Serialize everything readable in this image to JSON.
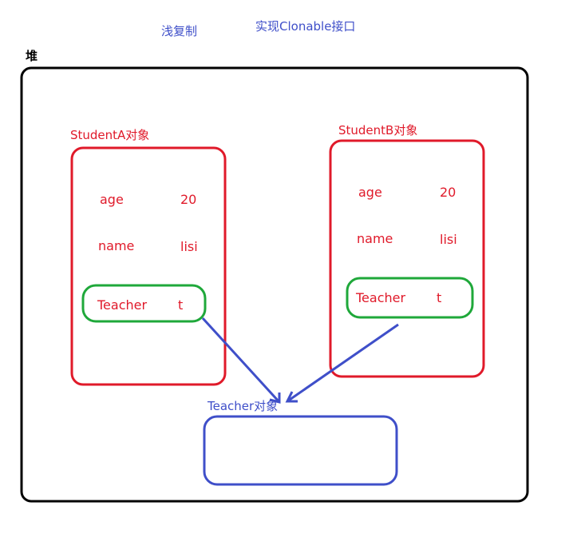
{
  "header": {
    "shallow_copy": "浅复制",
    "clonable": "实现Clonable接口"
  },
  "heap": {
    "label": "堆"
  },
  "student_a": {
    "label": "StudentA对象",
    "fields": [
      {
        "name": "age",
        "value": "20"
      },
      {
        "name": "name",
        "value": "lisi"
      },
      {
        "name": "Teacher",
        "value": "t"
      }
    ]
  },
  "student_b": {
    "label": "StudentB对象",
    "fields": [
      {
        "name": "age",
        "value": "20"
      },
      {
        "name": "name",
        "value": "lisi"
      },
      {
        "name": "Teacher",
        "value": "t"
      }
    ]
  },
  "teacher_object": {
    "label": "Teacher对象"
  },
  "colors": {
    "heap_border": "#000000",
    "student_border": "#e01a2a",
    "teacher_ref_border": "#1fa83a",
    "teacher_obj_border": "#3f4fc9",
    "arrow": "#3f4fc9"
  }
}
